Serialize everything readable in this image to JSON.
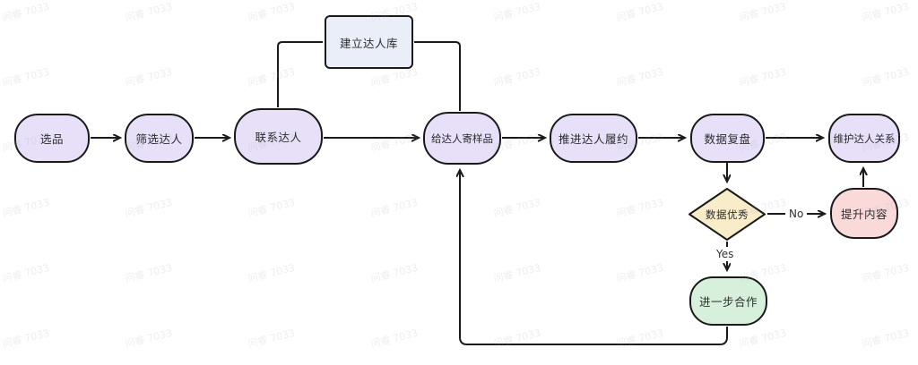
{
  "watermark": {
    "text": "问睿 7033"
  },
  "colors": {
    "purple": "#e7e0f8",
    "blue": "#e9eef9",
    "tan": "#f8ecc9",
    "pink": "#fad9d9",
    "green": "#d7f0dc",
    "border": "#1a1a1a"
  },
  "nodes": {
    "select_product": {
      "label": "选品"
    },
    "screen_influencers": {
      "label": "筛选达人"
    },
    "contact_influencers": {
      "label": "联系达人"
    },
    "build_influencer_db": {
      "label": "建立达人库"
    },
    "send_samples": {
      "label": "给达人寄样品"
    },
    "push_fulfillment": {
      "label": "推进达人履约"
    },
    "data_review": {
      "label": "数据复盘"
    },
    "maintain_relations": {
      "label": "维护达人关系"
    },
    "data_excellent": {
      "label": "数据优秀"
    },
    "improve_content": {
      "label": "提升内容"
    },
    "further_cooperation": {
      "label": "进一步合作"
    }
  },
  "edge_labels": {
    "no": "No",
    "yes": "Yes"
  }
}
